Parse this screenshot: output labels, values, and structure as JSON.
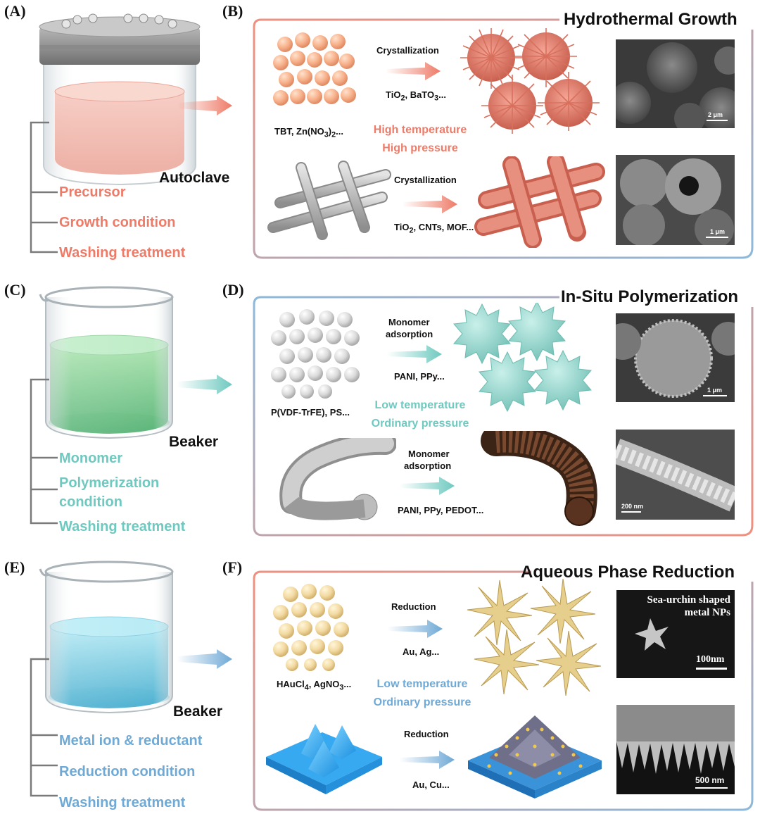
{
  "colors": {
    "red": "#EE7B68",
    "teal": "#6EC9C0",
    "blue": "#6FA9D6",
    "red_frame": "#F0907F",
    "blue_frame": "#8DB9DB"
  },
  "panel_a": {
    "label": "(A)",
    "vessel_label": "Autoclave",
    "items": [
      "Precursor",
      "Growth condition",
      "Washing treatment"
    ]
  },
  "panel_b": {
    "label": "(B)",
    "title": "Hydrothermal Growth",
    "row1": {
      "precursor": "TBT, Zn(NO",
      "precursor_sub": "3",
      "precursor_tail": ")",
      "precursor_sub2": "2",
      "precursor_end": "...",
      "process": "Crystallization",
      "product_a": "TiO",
      "product_a_sub": "2",
      "product_b": ", BaTO",
      "product_b_sub": "3",
      "product_end": "...",
      "scale": "2 μm"
    },
    "condition": [
      "High temperature",
      "High pressure"
    ],
    "row2": {
      "process": "Crystallization",
      "product_a": "TiO",
      "product_a_sub": "2",
      "product_rest": ", CNTs, MOF...",
      "scale": "1 μm"
    }
  },
  "panel_c": {
    "label": "(C)",
    "vessel_label": "Beaker",
    "items": [
      "Monomer",
      "Polymerization",
      "condition",
      "Washing treatment"
    ]
  },
  "panel_d": {
    "label": "(D)",
    "title": "In-Situ Polymerization",
    "row1": {
      "precursor": "P(VDF-TrFE), PS...",
      "process_1": "Monomer",
      "process_2": "adsorption",
      "product": "PANI, PPy...",
      "scale": "1 μm"
    },
    "condition": [
      "Low temperature",
      "Ordinary pressure"
    ],
    "row2": {
      "process_1": "Monomer",
      "process_2": "adsorption",
      "product": "PANI, PPy, PEDOT...",
      "scale": "200 nm"
    }
  },
  "panel_e": {
    "label": "(E)",
    "vessel_label": "Beaker",
    "items": [
      "Metal ion & reductant",
      "Reduction condition",
      "Washing treatment"
    ]
  },
  "panel_f": {
    "label": "(F)",
    "title": "Aqueous Phase Reduction",
    "row1": {
      "precursor_a": "HAuCl",
      "precursor_sub": "4",
      "precursor_b": ", AgNO",
      "precursor_sub2": "3",
      "precursor_end": "...",
      "process": "Reduction",
      "product": "Au, Ag...",
      "sem_text_1": "Sea-urchin shaped",
      "sem_text_2": "metal NPs",
      "scale": "100nm"
    },
    "condition": [
      "Low temperature",
      "Ordinary pressure"
    ],
    "row2": {
      "process": "Reduction",
      "product": "Au, Cu...",
      "scale": "500 nm"
    }
  }
}
